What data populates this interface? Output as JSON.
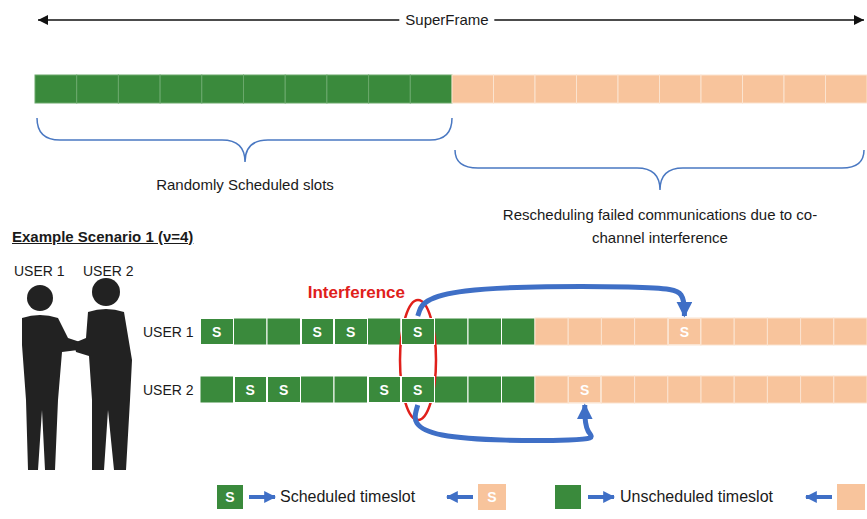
{
  "diagram": {
    "nodes": [
      {
        "text": [
          "S"
        ]
      },
      {
        "text": [
          "S"
        ]
      },
      {
        "text": [
          "S"
        ]
      },
      {
        "text": [
          "S"
        ]
      },
      {
        "text": [
          "S"
        ]
      },
      {
        "text": [
          "S"
        ]
      },
      {
        "text": [
          "S"
        ]
      },
      {
        "text": [
          "S"
        ]
      },
      {
        "text": [
          "S"
        ]
      },
      {
        "text": [
          "S"
        ]
      }
    ],
    "edges": [
      {
        "from": 3,
        "to": 4,
        "arrow": "to"
      },
      {
        "from": 8,
        "to": 9,
        "arrow": "to"
      }
    ],
    "labels": [
      "SuperFrame",
      "Randomly Scheduled slots",
      "Rescheduling failed communications due to co-channel interference",
      "Example Scenario 1 (ν=4)",
      "USER 1",
      "USER 2",
      "Interference",
      "USER 1",
      "USER 2",
      "S",
      "S"
    ],
    "legend": [
      {
        "text": "Scheduled timeslot",
        "color": "#3a8a3c"
      },
      {
        "text": "Unscheduled timeslot",
        "color": "#3a8a3c"
      }
    ]
  }
}
